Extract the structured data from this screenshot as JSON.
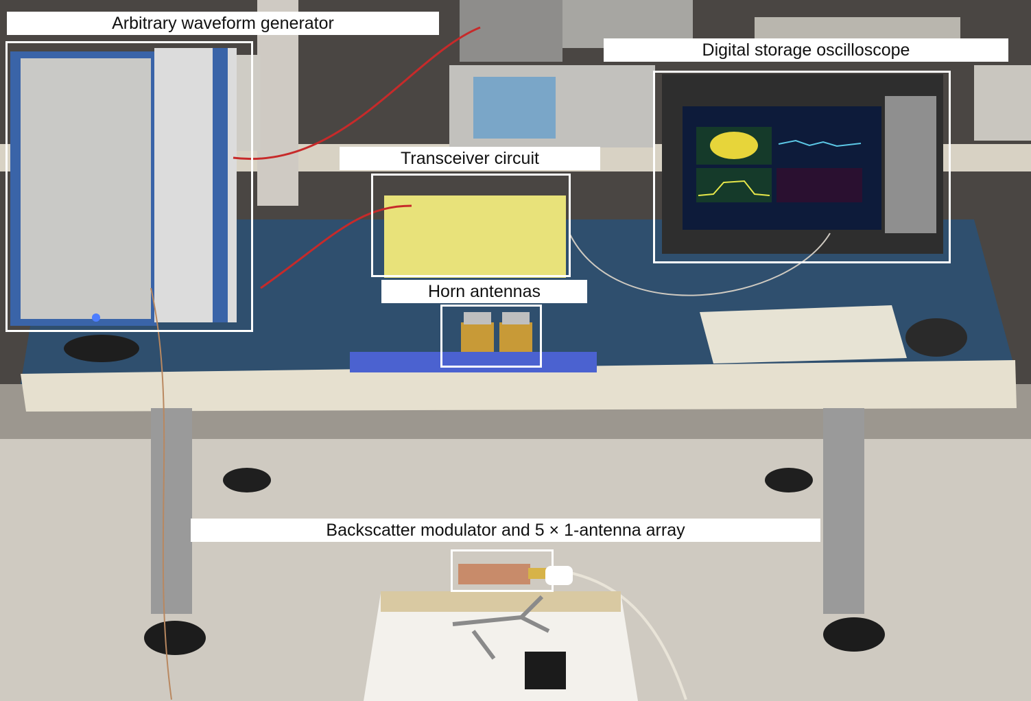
{
  "annotations": {
    "awg": "Arbitrary waveform generator",
    "dso": "Digital storage oscilloscope",
    "transceiver": "Transceiver circuit",
    "horn": "Horn antennas",
    "backscatter": "Backscatter modulator and 5 × 1-antenna array"
  },
  "colors": {
    "annotation_box": "#ffffff",
    "annotation_text": "#111111",
    "mat_blue": "#2f4f6e",
    "table_edge": "#e6e0cf",
    "floor": "#cfcac1",
    "instrument_blue": "#3a64a8"
  }
}
